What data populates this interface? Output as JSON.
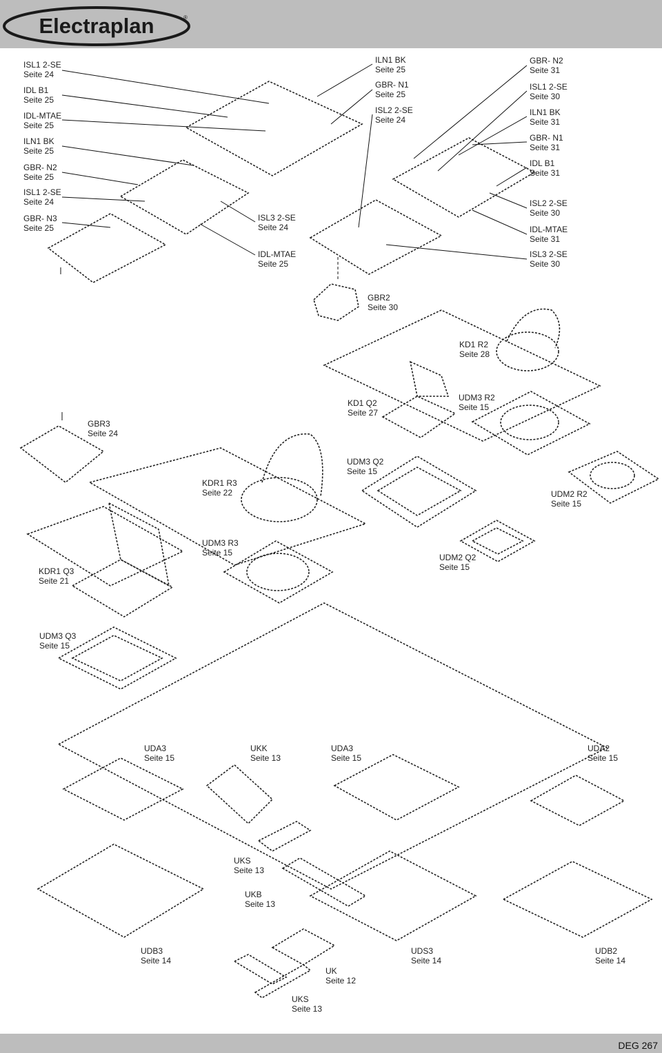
{
  "brand": {
    "name": "Electraplan",
    "registered_mark": "®"
  },
  "doc_code": "DEG 267",
  "labels": [
    {
      "id": "isl1-2se-a",
      "name": "ISL1 2-SE",
      "page": "Seite 24"
    },
    {
      "id": "idl-b1-a",
      "name": "IDL B1",
      "page": "Seite 25"
    },
    {
      "id": "idl-mtae-a",
      "name": "IDL-MTAE",
      "page": "Seite 25"
    },
    {
      "id": "iln1-bk-a",
      "name": "ILN1 BK",
      "page": "Seite 25"
    },
    {
      "id": "gbr-n2-a",
      "name": "GBR- N2",
      "page": "Seite 25"
    },
    {
      "id": "isl1-2se-b",
      "name": "ISL1 2-SE",
      "page": "Seite 24"
    },
    {
      "id": "gbr-n3",
      "name": "GBR- N3",
      "page": "Seite 25"
    },
    {
      "id": "isl3-2se-a",
      "name": "ISL3 2-SE",
      "page": "Seite 24"
    },
    {
      "id": "idl-mtae-b",
      "name": "IDL-MTAE",
      "page": "Seite 25"
    },
    {
      "id": "iln1-bk-b",
      "name": "ILN1 BK",
      "page": "Seite 25"
    },
    {
      "id": "gbr-n1-a",
      "name": "GBR- N1",
      "page": "Seite 25"
    },
    {
      "id": "isl2-2se-a",
      "name": "ISL2 2-SE",
      "page": "Seite 24"
    },
    {
      "id": "gbr-n2-b",
      "name": "GBR- N2",
      "page": "Seite 31"
    },
    {
      "id": "isl1-2se-c",
      "name": "ISL1 2-SE",
      "page": "Seite 30"
    },
    {
      "id": "iln1-bk-c",
      "name": "ILN1 BK",
      "page": "Seite 31"
    },
    {
      "id": "gbr-n1-b",
      "name": "GBR- N1",
      "page": "Seite 31"
    },
    {
      "id": "idl-b1-b",
      "name": "IDL B1",
      "page": "Seite 31"
    },
    {
      "id": "isl2-2se-b",
      "name": "ISL2 2-SE",
      "page": "Seite 30"
    },
    {
      "id": "idl-mtae-c",
      "name": "IDL-MTAE",
      "page": "Seite 31"
    },
    {
      "id": "isl3-2se-b",
      "name": "ISL3 2-SE",
      "page": "Seite 30"
    },
    {
      "id": "gbr2",
      "name": "GBR2",
      "page": "Seite 30"
    },
    {
      "id": "kd1-r2",
      "name": "KD1 R2",
      "page": "Seite 28"
    },
    {
      "id": "gbr3",
      "name": "GBR3",
      "page": "Seite 24"
    },
    {
      "id": "kd1-q2",
      "name": "KD1 Q2",
      "page": "Seite 27"
    },
    {
      "id": "udm3-r2",
      "name": "UDM3 R2",
      "page": "Seite 15"
    },
    {
      "id": "udm3-q2",
      "name": "UDM3 Q2",
      "page": "Seite 15"
    },
    {
      "id": "kdr1-r3",
      "name": "KDR1 R3",
      "page": "Seite 22"
    },
    {
      "id": "udm2-r2",
      "name": "UDM2 R2",
      "page": "Seite 15"
    },
    {
      "id": "udm3-r3",
      "name": "UDM3 R3",
      "page": "Seite 15"
    },
    {
      "id": "kdr1-q3",
      "name": "KDR1 Q3",
      "page": "Seite 21"
    },
    {
      "id": "udm2-q2",
      "name": "UDM2 Q2",
      "page": "Seite 15"
    },
    {
      "id": "udm3-q3",
      "name": "UDM3 Q3",
      "page": "Seite 15"
    },
    {
      "id": "uda3-a",
      "name": "UDA3",
      "page": "Seite 15"
    },
    {
      "id": "ukk",
      "name": "UKK",
      "page": "Seite 13"
    },
    {
      "id": "uda3-b",
      "name": "UDA3",
      "page": "Seite 15"
    },
    {
      "id": "uda2",
      "name": "UDA2",
      "page": "Seite 15"
    },
    {
      "id": "uks-a",
      "name": "UKS",
      "page": "Seite 13"
    },
    {
      "id": "ukb",
      "name": "UKB",
      "page": "Seite 13"
    },
    {
      "id": "udb3",
      "name": "UDB3",
      "page": "Seite 14"
    },
    {
      "id": "uds3",
      "name": "UDS3",
      "page": "Seite 14"
    },
    {
      "id": "udb2",
      "name": "UDB2",
      "page": "Seite 14"
    },
    {
      "id": "uk",
      "name": "UK",
      "page": "Seite 12"
    },
    {
      "id": "uks-b",
      "name": "UKS",
      "page": "Seite 13"
    }
  ]
}
